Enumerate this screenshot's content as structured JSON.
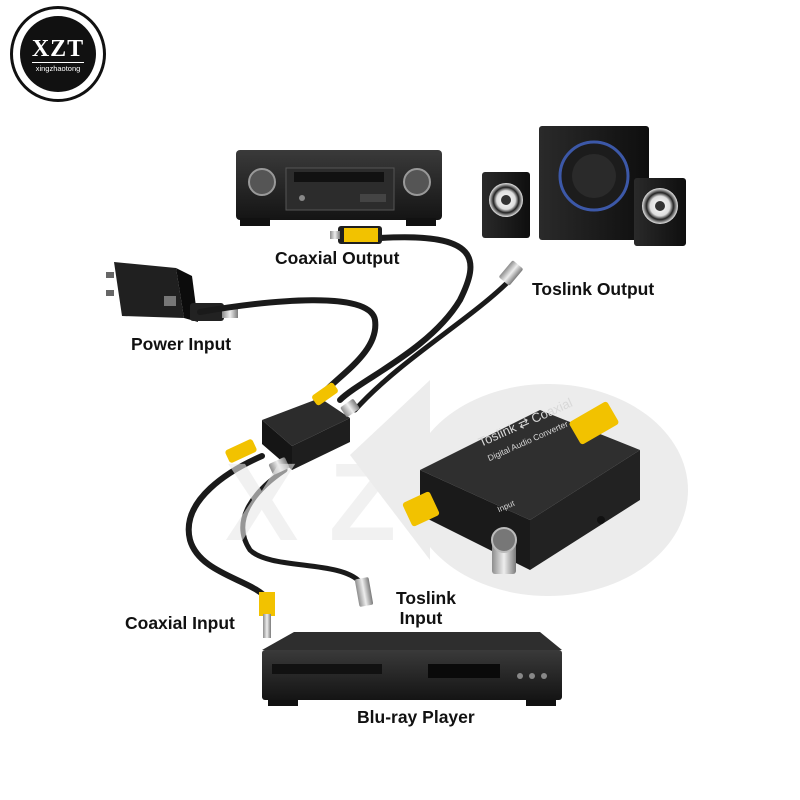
{
  "logo": {
    "main": "XZT",
    "sub": "xingzhaotong"
  },
  "labels": {
    "coaxial_output": "Coaxial Output",
    "toslink_output": "Toslink Output",
    "power_input": "Power Input",
    "coaxial_input": "Coaxial Input",
    "toslink_input_line1": "Toslink",
    "toslink_input_line2": "Input",
    "bluray_player": "Blu-ray Player"
  },
  "converter_print": {
    "title_left": "Toslink",
    "title_right": "Coaxial",
    "subtitle": "Digital Audio Converter",
    "port_label": "Input"
  },
  "colors": {
    "coax_plug": "#f2c200",
    "cable": "#1a1a1a",
    "device": "#232323",
    "text": "#111111"
  }
}
